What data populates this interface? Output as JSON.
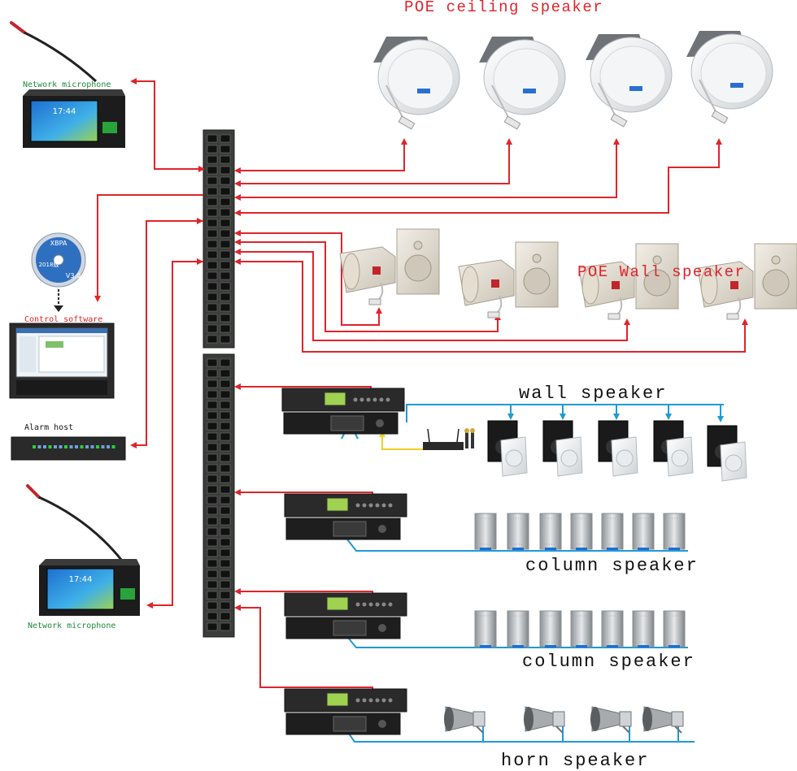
{
  "labels": {
    "poe_ceiling": "POE ceiling speaker",
    "poe_wall": "POE Wall speaker",
    "wall_speaker": "wall speaker",
    "column_speaker_1": "column speaker",
    "column_speaker_2": "column speaker",
    "horn_speaker": "horn speaker",
    "network_mic_top": "Network microphone",
    "network_mic_bottom": "Network microphone",
    "control_software": "Control software",
    "alarm_host": "Alarm host"
  },
  "devices": {
    "mic_screen_time_top": "17:44",
    "mic_screen_time_bottom": "17:44",
    "cd_brand": "XBPA",
    "cd_version": "V3.0",
    "cd_year": "2018版"
  },
  "colors": {
    "red_link": "#e0242b",
    "blue_link": "#1e9ad6",
    "yellow_link": "#f0d020",
    "rack_body": "#2a2a2a",
    "switch_body": "#3a3d3a"
  }
}
